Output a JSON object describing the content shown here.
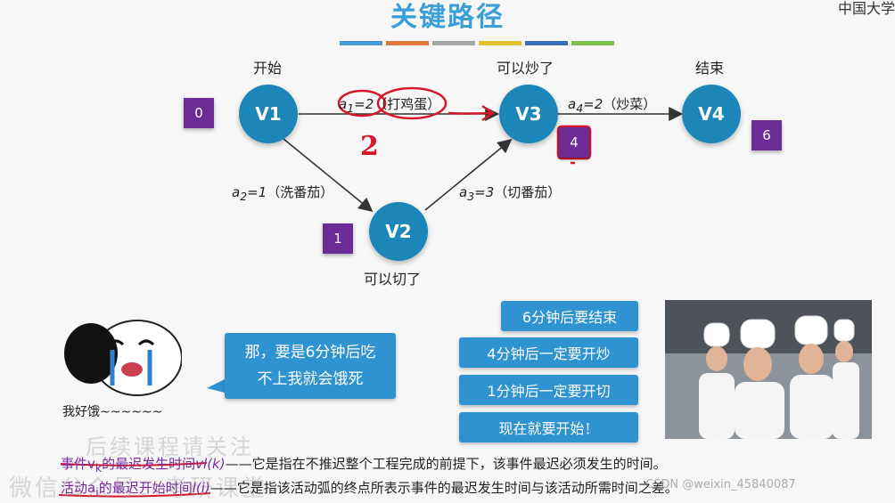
{
  "title": "关键路径",
  "logo_text": "中国大学",
  "accent_bars": [
    "#4a9ad3",
    "#e07a3a",
    "#a6a6a6",
    "#e3c22a",
    "#3a6fb8",
    "#7bc24a"
  ],
  "nodes": [
    {
      "id": "V1",
      "label": "开始",
      "badge": "0"
    },
    {
      "id": "V2",
      "label": "可以切了",
      "badge": "1"
    },
    {
      "id": "V3",
      "label": "可以炒了",
      "badge": "4"
    },
    {
      "id": "V4",
      "label": "结束",
      "badge": "6"
    }
  ],
  "edges": {
    "a1": {
      "var": "a",
      "sub": "1",
      "value": "=2",
      "desc": "（打鸡蛋）"
    },
    "a2": {
      "var": "a",
      "sub": "2",
      "value": "=1",
      "desc": "（洗番茄）"
    },
    "a3": {
      "var": "a",
      "sub": "3",
      "value": "=3",
      "desc": "（切番茄）"
    },
    "a4": {
      "var": "a",
      "sub": "4",
      "value": "=2",
      "desc": "（炒菜）"
    }
  },
  "annotation_handwritten": "2",
  "meme_caption": "我好饿~~~~~~",
  "speech_bubble": {
    "line1": "那，要是6分钟后吃",
    "line2": "不上我就会饿死"
  },
  "steps": [
    "6分钟后要结束",
    "4分钟后一定要开炒",
    "1分钟后一定要开切",
    "现在就要开始！"
  ],
  "definitions": {
    "d1": {
      "term": "事件v",
      "sub": "k",
      "term_rest": "的最迟发生时间",
      "func": "vl(k)",
      "text": "——它是指在不推迟整个工程完成的前提下，该事件最迟必须发生的时间。"
    },
    "d2": {
      "term": "活动a",
      "sub": "i",
      "term_rest": "的最迟开始时间",
      "func": "l(i)",
      "text": "——它是指该活动弧的终点所表示事件的最迟发生时间与该活动所需时间之差。"
    }
  },
  "watermark": {
    "line1": "后续课程请关注",
    "line2": "微信公众号：考研课堂"
  },
  "csdn_mark": "CSDN @weixin_45840087",
  "colors": {
    "node": "#1d86b8",
    "badge": "#6b2d95",
    "bubble": "#2f93d1",
    "annotation_red": "#d6182a",
    "title": "#3a9ed8"
  }
}
